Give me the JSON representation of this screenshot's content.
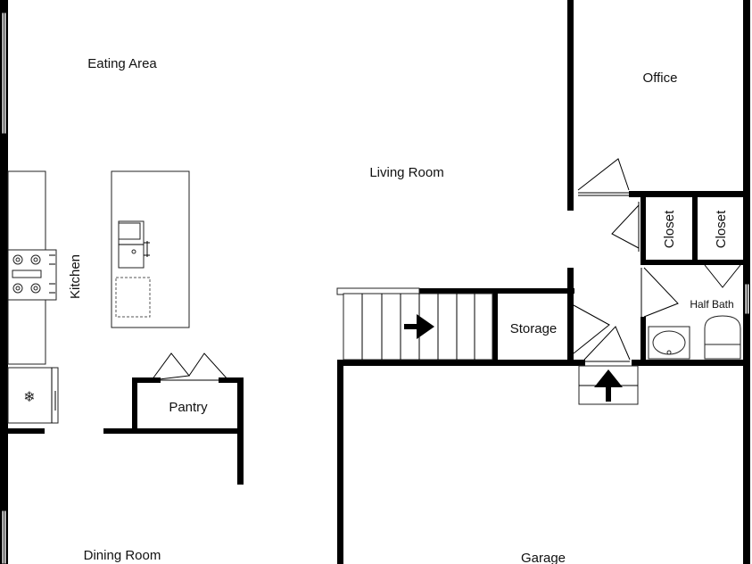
{
  "plan": {
    "rooms": {
      "eating_area": "Eating Area",
      "living_room": "Living Room",
      "office": "Office",
      "kitchen": "Kitchen",
      "closet_1": "Closet",
      "closet_2": "Closet",
      "half_bath": "Half Bath",
      "storage": "Storage",
      "pantry": "Pantry",
      "dining_room": "Dining Room",
      "garage": "Garage"
    },
    "icons": {
      "stair_arrow": "arrow-right-icon",
      "entry_arrow": "arrow-up-icon",
      "freezer": "snowflake-icon"
    },
    "colors": {
      "wall": "#000000",
      "background": "#ffffff"
    }
  }
}
